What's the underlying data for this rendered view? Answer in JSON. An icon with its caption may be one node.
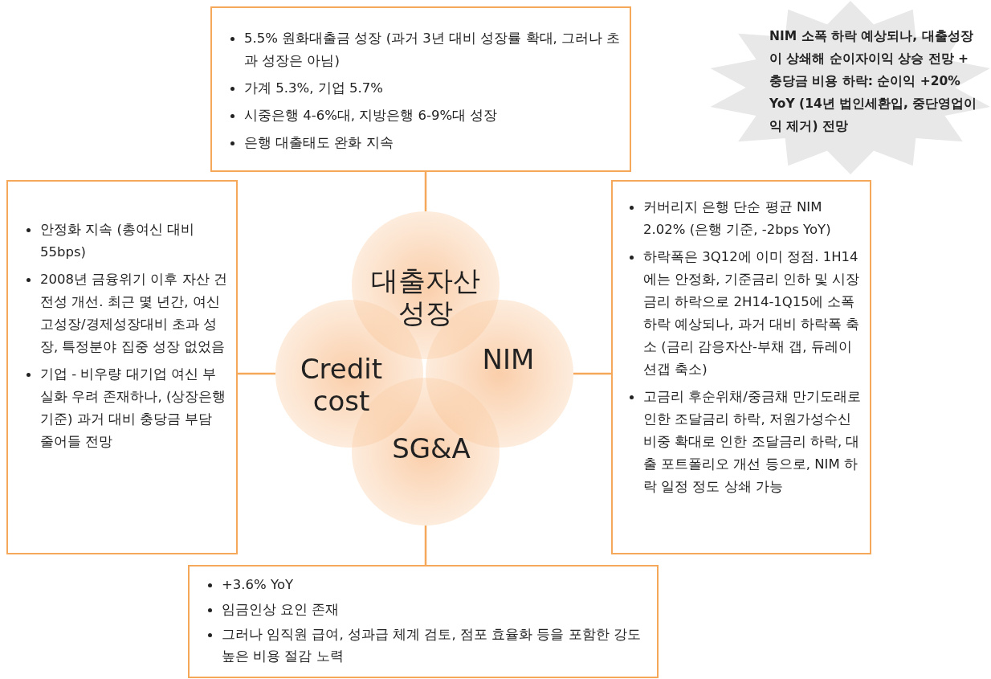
{
  "diagram": {
    "nodes": [
      {
        "text": [
          "5.5% 원화대출금 성장 (과거 3년 대비 성장률 확대, 그러나 초과 성장은 아님)",
          "가계 5.3%, 기업 5.7%",
          "시중은행 4-6%대, 지방은행 6-9%대 성장",
          "은행 대출태도 완화 지속"
        ]
      },
      {
        "text": [
          "NIM 소폭 하락 예상되나, 대출성장이 상쇄해 순이자이익 상승 전망 + 충당금 비용 하락: 순이익 +20% YoY (14년 법인세환입, 중단영업이익 제거) 전망"
        ]
      },
      {
        "text": [
          "안정화 지속 (총여신 대비 55bps)",
          "2008년 금융위기 이후 자산 건전성 개선. 최근 몇 년간, 여신 고성장/경제성장대비 초과 성장, 특정분야 집중 성장 없었음",
          "기업 - 비우량 대기업 여신 부실화 우려 존재하나, (상장은행 기준) 과거 대비 충당금 부담 줄어들 전망"
        ]
      },
      {
        "text": [
          "대출자산 성장"
        ]
      },
      {
        "text": [
          "Credit cost"
        ]
      },
      {
        "text": [
          "NIM"
        ]
      },
      {
        "text": [
          "SG&A"
        ]
      },
      {
        "text": [
          "커버리지 은행 단순 평균 NIM 2.02% (은행 기준, -2bps YoY)",
          "하락폭은 3Q12에 이미 정점. 1H14에는 안정화, 기준금리 인하 및 시장금리 하락으로 2H14-1Q15에 소폭 하락 예상되나, 과거 대비 하락폭 축소 (금리 감응자산-부채 갭, 듀레이션갭 축소)",
          "고금리 후순위채/중금채 만기도래로 인한 조달금리 하락, 저원가성수신 비중 확대로 인한 조달금리 하락, 대출 포트폴리오 개선 등으로, NIM 하락 일정 정도 상쇄 가능"
        ]
      },
      {
        "text": [
          "+3.6% YoY",
          "임금인상 요인 존재",
          "그러나 임직원 급여, 성과급 체계 검토, 점포 효율화 등을 포함한 강도 높은 비용 절감 노력"
        ]
      }
    ],
    "edges": [
      {
        "from": 0,
        "to": 3,
        "arrow": "none"
      },
      {
        "from": 2,
        "to": 4,
        "arrow": "none"
      },
      {
        "from": 7,
        "to": 5,
        "arrow": "none"
      },
      {
        "from": 8,
        "to": 6,
        "arrow": "none"
      }
    ]
  }
}
